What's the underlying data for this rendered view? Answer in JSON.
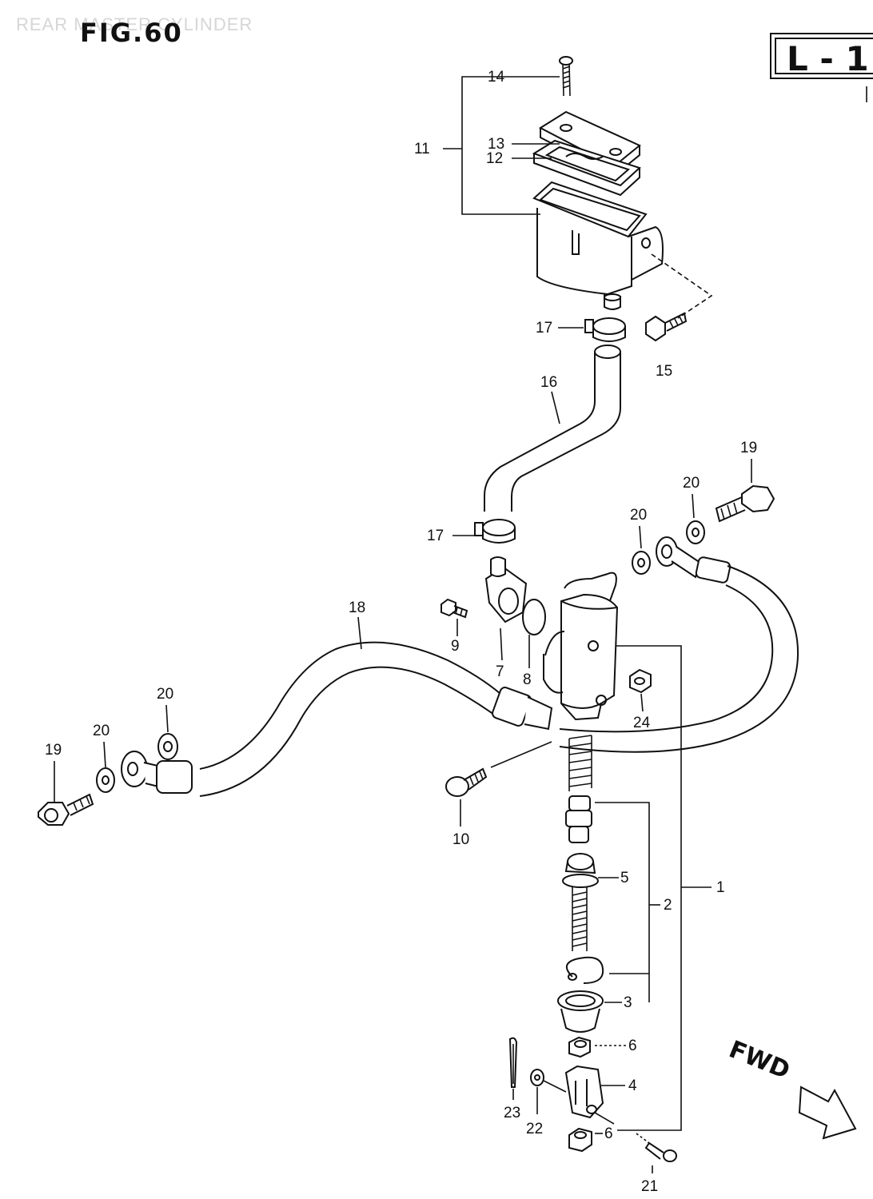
{
  "header": {
    "ghost_title": "REAR MASTER CYLINDER",
    "figure_label": "FIG.60",
    "badge_text": "L - 1"
  },
  "direction": {
    "label": "FWD"
  },
  "callouts": {
    "c1": "1",
    "c2": "2",
    "c3": "3",
    "c4": "4",
    "c5": "5",
    "c6a": "6",
    "c6b": "6",
    "c7": "7",
    "c8": "8",
    "c9": "9",
    "c10": "10",
    "c11": "11",
    "c12": "12",
    "c13": "13",
    "c14": "14",
    "c15": "15",
    "c16": "16",
    "c17a": "17",
    "c17b": "17",
    "c18": "18",
    "c19a": "19",
    "c19b": "19",
    "c20a": "20",
    "c20b": "20",
    "c20c": "20",
    "c20d": "20",
    "c21": "21",
    "c22": "22",
    "c23": "23",
    "c24": "24"
  }
}
